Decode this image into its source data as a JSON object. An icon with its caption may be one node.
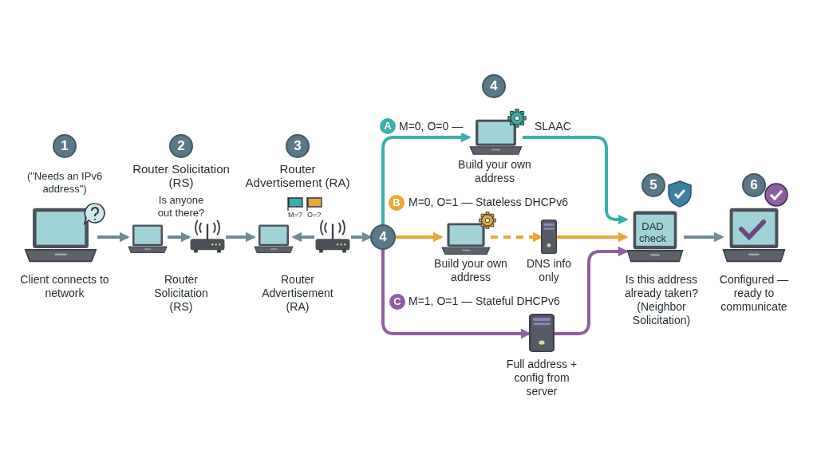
{
  "diagram": {
    "nodes": [
      {
        "text": [
          "1"
        ]
      },
      {
        "text": [
          "Client connects to network"
        ],
        "beside": [
          "(\"Needs an IPv6 address\")"
        ]
      },
      {
        "text": [
          "2"
        ]
      },
      {
        "text": [
          "Router Solicitation (RS)"
        ]
      },
      {
        "text": [],
        "shape": "picture"
      },
      {
        "text": [
          "3"
        ]
      },
      {
        "text": [
          "Router Advertisement (RA)"
        ]
      },
      {
        "text": [],
        "shape": "picture"
      },
      {
        "text": [
          "4"
        ]
      },
      {
        "text": [
          "4"
        ]
      },
      {
        "text": [
          "Build your own address"
        ]
      },
      {
        "text": [
          "Build your own address"
        ]
      },
      {
        "text": [
          "DNS info only"
        ]
      },
      {
        "text": [
          "Full address + config from server"
        ]
      },
      {
        "text": [
          "5"
        ]
      },
      {
        "text": [
          "DAD check",
          "Is this address already taken? (Neighbor Solicitation)"
        ]
      },
      {
        "text": [
          "6"
        ]
      },
      {
        "text": [
          "Configured — ready to communicate"
        ]
      }
    ],
    "edges": [
      {
        "from": 1,
        "to": 3,
        "arrow": "to"
      },
      {
        "from": 3,
        "to": 4,
        "arrow": "to"
      },
      {
        "from": 4,
        "to": 6,
        "arrow": "to"
      },
      {
        "from": 7,
        "to": 6,
        "arrow": "to"
      },
      {
        "from": 7,
        "to": 8,
        "arrow": "to"
      },
      {
        "from": 8,
        "to": 10,
        "arrow": "to",
        "label": "M=0, O=0 —",
        "color": "#3aafa9"
      },
      {
        "from": 10,
        "to": 15,
        "arrow": "to",
        "label": "SLAAC",
        "color": "#3aafa9"
      },
      {
        "from": 8,
        "to": 11,
        "arrow": "to",
        "label": "M=0, O=1 — Stateless DHCPv6",
        "color": "#e8a838"
      },
      {
        "from": 11,
        "to": 12,
        "arrow": "to",
        "style": "dashed",
        "color": "#e8a838"
      },
      {
        "from": 12,
        "to": 15,
        "arrow": "to",
        "color": "#e8a838"
      },
      {
        "from": 8,
        "to": 13,
        "arrow": "to",
        "label": "M=1, O=1 — Stateful DHCPv6",
        "color": "#8e5ea2"
      },
      {
        "from": 13,
        "to": 15,
        "arrow": "to",
        "color": "#8e5ea2"
      },
      {
        "from": 15,
        "to": 17,
        "arrow": "to"
      }
    ],
    "labels": [
      "Router Solicitation (RS)",
      "Is anyone out there?",
      "Router Advertisement (RA)",
      "M=?",
      "O=?",
      "A",
      "B",
      "C"
    ]
  }
}
